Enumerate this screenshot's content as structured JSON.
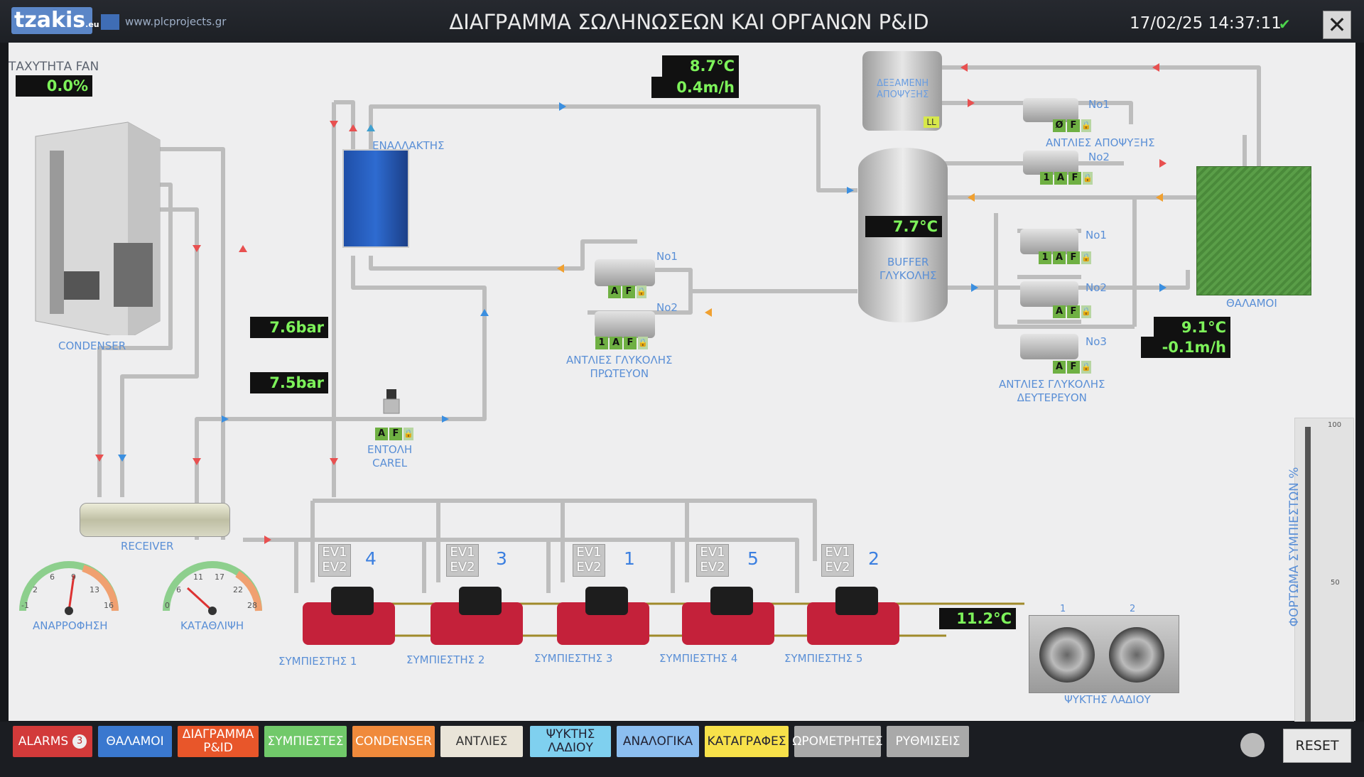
{
  "header": {
    "logo": "tzakis",
    "logo_suffix": ".eu",
    "website": "www.plcprojects.gr",
    "title": "ΔΙΑΓΡΑΜΜΑ ΣΩΛΗΝΩΣΕΩΝ ΚΑΙ ΟΡΓΑΝΩΝ P&ID",
    "datetime": "17/02/25 14:37:11",
    "status_icon": "check-icon",
    "close_icon": "close-icon"
  },
  "fan": {
    "label": "ΤΑΧΥΤΗΤΑ FAN",
    "value": "0.0",
    "unit": "%"
  },
  "labels": {
    "condenser": "CONDENSER",
    "receiver": "RECEIVER",
    "exchanger": "ΕΝΑΛΛΑΚΤΗΣ",
    "carel_1": "ΕΝΤΟΛΗ",
    "carel_2": "CAREL",
    "primary_pumps_1": "ΑΝΤΛΙΕΣ ΓΛΥΚΟΛΗΣ",
    "primary_pumps_2": "ΠΡΩΤΕΥΟΝ",
    "secondary_pumps_1": "ΑΝΤΛΙΕΣ ΓΛΥΚΟΛΗΣ",
    "secondary_pumps_2": "ΔΕΥΤΕΡΕΥΟΝ",
    "defrost_pumps": "ΑΝΤΛΙΕΣ ΑΠΟΨΥΞΗΣ",
    "defrost_tank_1": "ΔΕΞΑΜΕΝΗ",
    "defrost_tank_2": "ΑΠΟΨΥΞΗΣ",
    "tank_level": "LL",
    "buffer_1": "BUFFER",
    "buffer_2": "ΓΛΥΚΟΛΗΣ",
    "rooms": "ΘΑΛΑΜΟΙ",
    "oil_cooler": "ΨΥΚΤΗΣ ΛΑΔΙΟΥ",
    "suction": "ΑΝΑΡΡΟΦΗΣΗ",
    "discharge": "ΚΑΤΑΘΛΙΨΗ",
    "compressor_load": "ΦΟΡΤΩΜΑ ΣΥΜΠΙΕΣΤΩΝ %"
  },
  "readings": {
    "pressure_high": {
      "value": "7.6",
      "unit": "bar"
    },
    "pressure_low": {
      "value": "7.5",
      "unit": "bar"
    },
    "supply_temp": {
      "value": "8.7",
      "unit": "°C"
    },
    "supply_flow": {
      "value": "0.4",
      "unit": "m/h"
    },
    "buffer_temp": {
      "value": "7.7",
      "unit": "°C"
    },
    "return_temp": {
      "value": "9.1",
      "unit": "°C"
    },
    "return_flow": {
      "value": "-0.1",
      "unit": "m/h"
    },
    "oil_temp": {
      "value": "11.2",
      "unit": "°C"
    }
  },
  "primary_pumps": [
    {
      "name": "No1",
      "flags": [
        "A",
        "F"
      ]
    },
    {
      "name": "No2",
      "flags": [
        "1",
        "A",
        "F"
      ]
    }
  ],
  "secondary_pumps": [
    {
      "name": "No1",
      "flags": [
        "1",
        "A",
        "F"
      ]
    },
    {
      "name": "No2",
      "flags": [
        "A",
        "F"
      ]
    },
    {
      "name": "No3",
      "flags": [
        "A",
        "F"
      ]
    }
  ],
  "defrost_pumps": [
    {
      "name": "No1",
      "flags": [
        "Ø",
        "F"
      ]
    },
    {
      "name": "No2",
      "flags": [
        "1",
        "A",
        "F"
      ]
    }
  ],
  "carel_flags": [
    "A",
    "F"
  ],
  "compressors": [
    {
      "label": "ΣΥΜΠΙΕΣΤΗΣ 1",
      "order": "4",
      "ev1": "EV1",
      "ev2": "EV2"
    },
    {
      "label": "ΣΥΜΠΙΕΣΤΗΣ 2",
      "order": "3",
      "ev1": "EV1",
      "ev2": "EV2"
    },
    {
      "label": "ΣΥΜΠΙΕΣΤΗΣ 3",
      "order": "1",
      "ev1": "EV1",
      "ev2": "EV2"
    },
    {
      "label": "ΣΥΜΠΙΕΣΤΗΣ 4",
      "order": "5",
      "ev1": "EV1",
      "ev2": "EV2"
    },
    {
      "label": "ΣΥΜΠΙΕΣΤΗΣ 5",
      "order": "2",
      "ev1": "EV1",
      "ev2": "EV2"
    }
  ],
  "oil_cooler_fans": [
    "1",
    "2"
  ],
  "gauges": {
    "suction_ticks": [
      "-1",
      "2",
      "6",
      "9",
      "13",
      "16"
    ],
    "discharge_ticks": [
      "0",
      "6",
      "11",
      "17",
      "22",
      "28"
    ]
  },
  "load_scale": {
    "max": "100",
    "mid": "50",
    "min": "0",
    "value_percent": 0
  },
  "nav": {
    "alarms": "ALARMS",
    "alarm_count": "3",
    "rooms": "ΘΑΛΑΜΟΙ",
    "pid_1": "ΔΙΑΓΡΑΜΜΑ",
    "pid_2": "P&ID",
    "compressors": "ΣΥΜΠΙΕΣΤΕΣ",
    "condenser": "CONDENSER",
    "pumps": "ΑΝΤΛΙΕΣ",
    "oil_cooler_1": "ΨΥΚΤΗΣ",
    "oil_cooler_2": "ΛΑΔΙΟΥ",
    "analog": "ΑΝΑΛΟΓΙΚΑ",
    "logs": "ΚΑΤΑΓΡΑΦΕΣ",
    "hour_meters": "ΩΡΟΜΕΤΡΗΤΕΣ",
    "settings": "ΡΥΘΜΙΣΕΙΣ",
    "reset": "RESET"
  },
  "colors": {
    "alarms": "#d23a3a",
    "rooms": "#3a78cf",
    "pid": "#e8562a",
    "compressors": "#71c96a",
    "condenser": "#f08a3c",
    "pumps": "#e9e4d8",
    "oil_cooler": "#7fd0ef",
    "analog": "#8cbef0",
    "logs": "#f7e14a",
    "hour_meters": "#a9a9a9",
    "settings": "#a9a9a9",
    "value_green": "#7df25a",
    "compressor_red": "#c4213a"
  }
}
